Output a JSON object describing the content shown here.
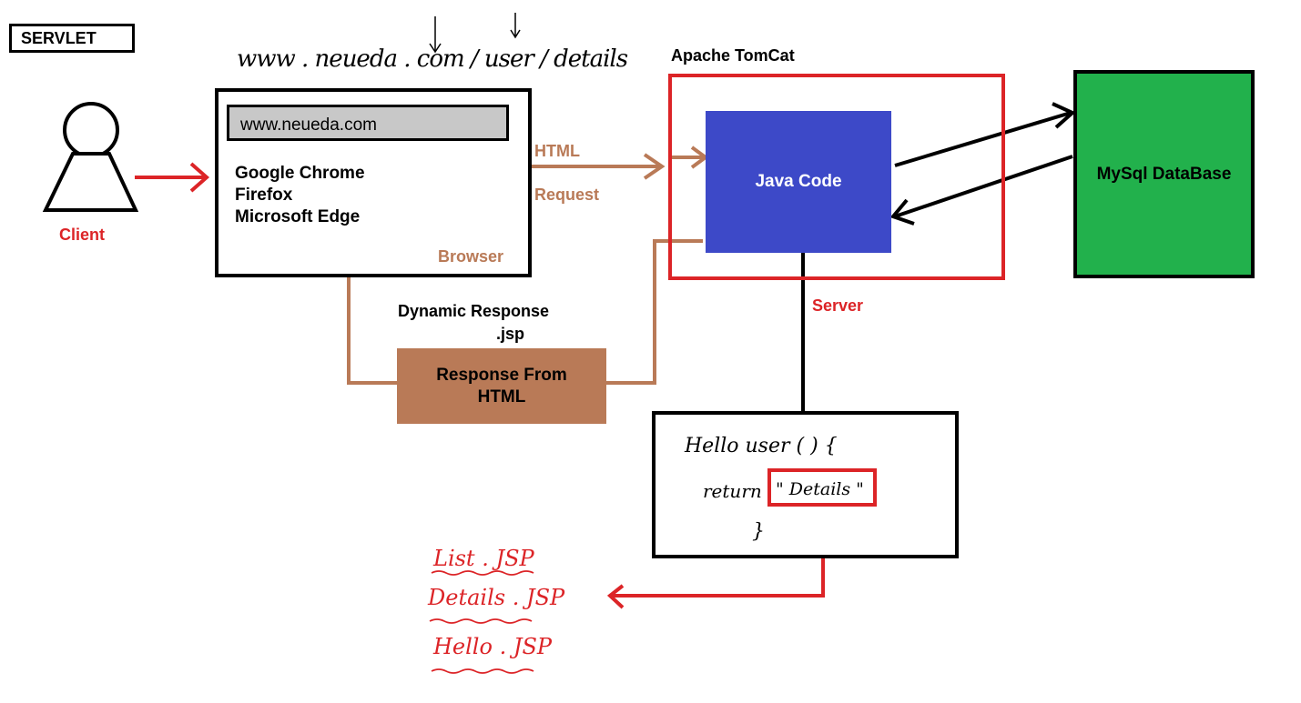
{
  "title": "SERVLET",
  "client": {
    "label": "Client"
  },
  "browser": {
    "url": "www.neueda.com",
    "handwritten_url": "www . neueda . com / user / details",
    "items": [
      "Google Chrome",
      "Firefox",
      "Microsoft Edge"
    ],
    "label": "Browser"
  },
  "request": {
    "line1": "HTML",
    "line2": "Request"
  },
  "tomcat": {
    "label": "Apache TomCat",
    "java_code": "Java Code",
    "server_label": "Server"
  },
  "database": {
    "label": "MySql DataBase"
  },
  "response": {
    "dynamic_label": "Dynamic Response",
    "ext_label": ".jsp",
    "box_line1": "Response From",
    "box_line2": "HTML"
  },
  "code": {
    "line1": "Hello user ( ) {",
    "line2_prefix": "return",
    "return_value": "\" Details \"",
    "line3": "}"
  },
  "jsp_files": [
    "List . JSP",
    "Details . JSP",
    "Hello . JSP"
  ],
  "colors": {
    "red": "#dc2427",
    "tan": "#b97a57",
    "blue": "#3d49c8",
    "green": "#22b14c",
    "gray": "#c8c8c8"
  }
}
